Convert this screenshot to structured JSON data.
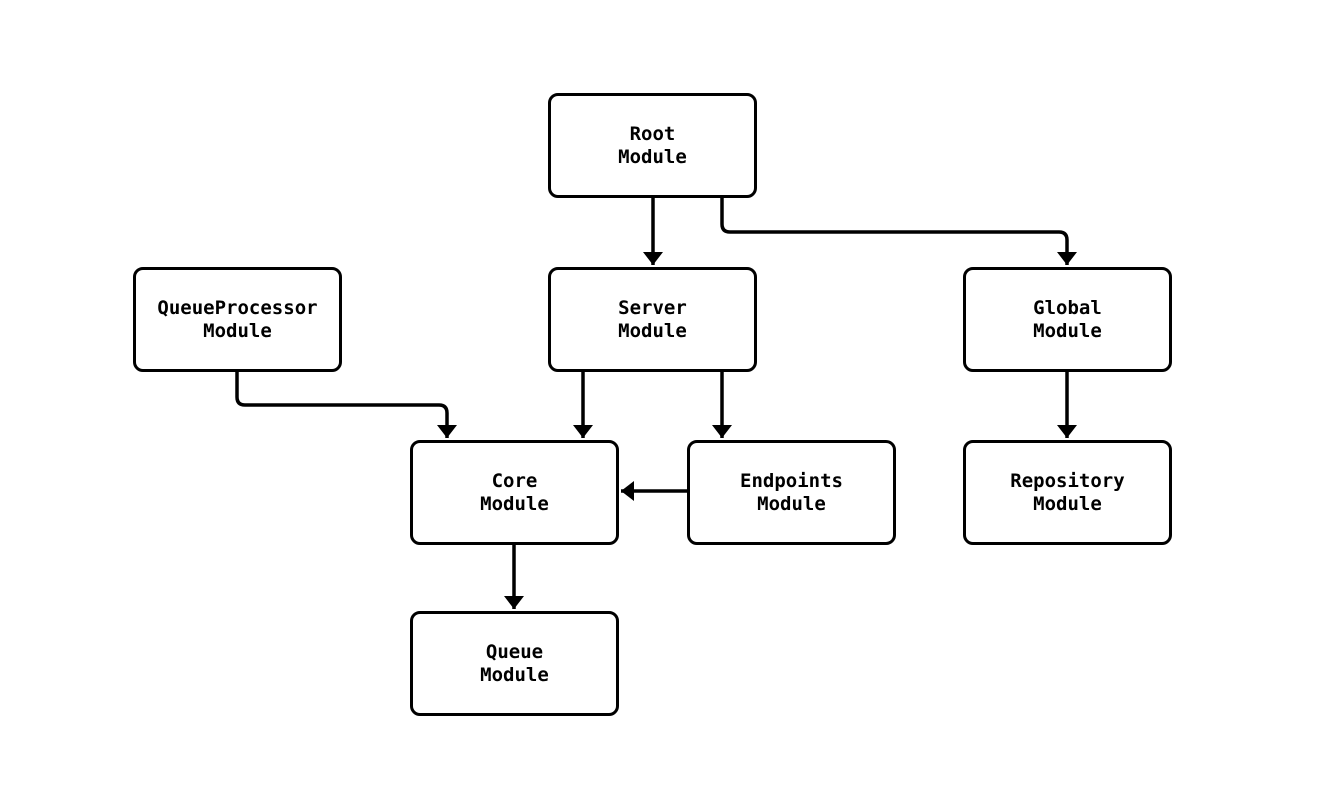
{
  "diagram": {
    "type": "flowchart",
    "colors": {
      "background": "#ffffff",
      "node_fill": "#ffffff",
      "node_border": "#000000",
      "edge_stroke": "#000000",
      "text": "#000000"
    },
    "nodes": [
      {
        "id": "root",
        "label": "Root\nModule"
      },
      {
        "id": "queue_processor",
        "label": "QueueProcessor\nModule"
      },
      {
        "id": "server",
        "label": "Server\nModule"
      },
      {
        "id": "global",
        "label": "Global\nModule"
      },
      {
        "id": "core",
        "label": "Core\nModule"
      },
      {
        "id": "endpoints",
        "label": "Endpoints\nModule"
      },
      {
        "id": "repository",
        "label": "Repository\nModule"
      },
      {
        "id": "queue",
        "label": "Queue\nModule"
      }
    ],
    "edges": [
      {
        "from": "root",
        "to": "server"
      },
      {
        "from": "root",
        "to": "global"
      },
      {
        "from": "queue_processor",
        "to": "core"
      },
      {
        "from": "server",
        "to": "core"
      },
      {
        "from": "server",
        "to": "endpoints"
      },
      {
        "from": "endpoints",
        "to": "core"
      },
      {
        "from": "core",
        "to": "queue"
      },
      {
        "from": "global",
        "to": "repository"
      }
    ]
  }
}
